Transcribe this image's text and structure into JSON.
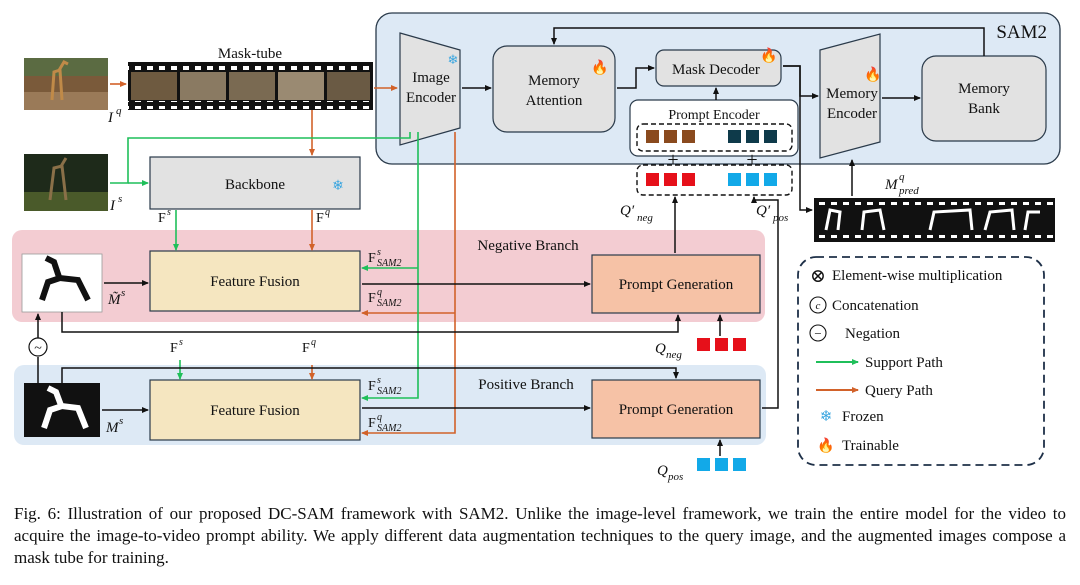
{
  "labels": {
    "sam2": "SAM2",
    "mask_tube": "Mask-tube",
    "image_encoder_l1": "Image",
    "image_encoder_l2": "Encoder",
    "memory_attention_l1": "Memory",
    "memory_attention_l2": "Attention",
    "mask_decoder": "Mask Decoder",
    "prompt_encoder": "Prompt Encoder",
    "memory_encoder_l1": "Memory",
    "memory_encoder_l2": "Encoder",
    "memory_bank_l1": "Memory",
    "memory_bank_l2": "Bank",
    "backbone": "Backbone",
    "negative_branch": "Negative Branch",
    "positive_branch": "Positive Branch",
    "feature_fusion": "Feature Fusion",
    "prompt_generation": "Prompt Generation",
    "iq_base": "I",
    "iq_sup": "q",
    "is_base": "I",
    "is_sup": "s",
    "fs_base": "F",
    "fs_sup": "s",
    "fq_base": "F",
    "fq_sup": "q",
    "fsam_base": "F",
    "fsam_s_sup": "s",
    "fsam_q_sup": "q",
    "fsam_sub": "SAM2",
    "mtilde_base": "M̃",
    "m_sup": "s",
    "m_base": "M",
    "qneg_base": "Q",
    "qneg_sub": "neg",
    "qpos_base": "Q",
    "qpos_sub": "pos",
    "qneg_prime_base": "Q′",
    "qpos_prime_base": "Q′",
    "mpred_base": "M",
    "mpred_sup": "q",
    "mpred_sub": "pred",
    "plus": "+",
    "negation_symbol": "~"
  },
  "legend": {
    "items": [
      {
        "symbol": "⊗",
        "label": "Element-wise multiplication"
      },
      {
        "symbol": "c",
        "label": "Concatenation"
      },
      {
        "symbol": "−",
        "label": "Negation"
      },
      {
        "symbol": "",
        "label": "Support Path"
      },
      {
        "symbol": "",
        "label": "Query Path"
      },
      {
        "symbol": "❄",
        "label": "Frozen"
      },
      {
        "symbol": "🔥",
        "label": "Trainable"
      }
    ]
  },
  "icons": {
    "frozen": "❄",
    "trainable": "🔥"
  },
  "colors": {
    "support_path": "#1fbf5a",
    "query_path": "#d2622a",
    "black_path": "#111111",
    "sam2_bg": "#dde9f5",
    "negative_bg": "#f3ccd2",
    "positive_bg": "#dde9f5",
    "module_gray": "#e2e2e2",
    "feature_fusion": "#f5e6c0",
    "prompt_generation": "#f6c2a6",
    "neg_token": "#e6101a",
    "pos_token": "#12a9e8",
    "neg_enc_token": "#8a4a1e",
    "pos_enc_token": "#0e3a4a",
    "branch_title": "#7a2a80"
  },
  "caption": "Fig. 6: Illustration of our proposed DC-SAM framework with SAM2. Unlike the image-level framework, we train the entire model for the video to acquire the image-to-video prompt ability. We apply different data augmentation techniques to the query image, and the augmented images compose a mask tube for training."
}
